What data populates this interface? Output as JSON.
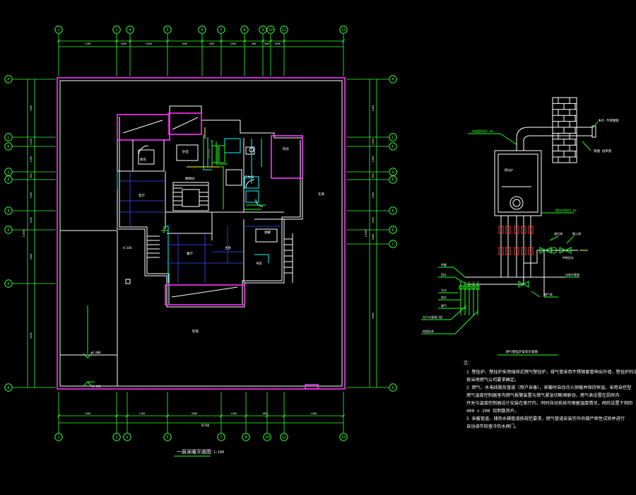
{
  "plan": {
    "title": "一层采暖平面图",
    "scale": "1:100",
    "axes_top": [
      "1",
      "2",
      "4",
      "5",
      "6",
      "7",
      "8",
      "9",
      "10",
      "12",
      "13"
    ],
    "axes_bottom": [
      "1",
      "2",
      "3",
      "5",
      "7",
      "8",
      "10",
      "12",
      "13"
    ],
    "axes_left": [
      "M",
      "L",
      "K",
      "G",
      "F",
      "E",
      "D",
      "H",
      "A"
    ],
    "axes_right": [
      "M",
      "L",
      "K",
      "G",
      "F",
      "E",
      "D",
      "C",
      "A"
    ],
    "dims_top": [
      "1200",
      "1480",
      "2400",
      "600",
      "900",
      "1200",
      "300",
      "600",
      "2400"
    ],
    "dims_bottom": [
      "2400",
      "1200",
      "3600",
      "1200",
      "600",
      "2400"
    ],
    "overall_dim": "16700",
    "side_dims": [
      "1500",
      "2100",
      "1200",
      "900",
      "1500",
      "1200",
      "2400",
      "3600"
    ],
    "overall_side_dim": "12300",
    "room_labels": [
      "厨房",
      "卧室",
      "客厅",
      "餐厅",
      "卫生间",
      "阳台",
      "书房",
      "储藏",
      "楼梯间",
      "主卧",
      "车库",
      "院落"
    ],
    "elev_labels": [
      "±0.000",
      "-0.450",
      "-0.020"
    ]
  },
  "detail": {
    "title": "燃气壁挂炉安装示意图",
    "left_labels": [
      "供暖",
      "回水",
      "冷水",
      "热水",
      "燃气",
      "分户计量阀门组",
      "地面标高"
    ],
    "right_labels": [
      "Φ45  不锈钢管",
      "排烟  进风管",
      "壁挂炉距地1.6m",
      "减压阀",
      "截止阀",
      "自来水管道",
      "燃气表",
      "供热回水"
    ],
    "top_labels": [
      "排烟管距地2.4m",
      "壁挂炉"
    ]
  },
  "notes": {
    "header": "注：",
    "lines": [
      "1  壁挂炉、壁挂炉采用强排式燃气壁挂炉，排气管采用不锈钢套管伸出外墙，壁挂炉的设置需",
      "按当地燃气公司要求确定。",
      "2  燃气、水电线路及管道（用户自备），采暖时自动点火供暖并保持恒温，采用自控型",
      "燃气温度控制器室内燃气报警装置与燃气紧急切断阀联动，燃气表设置在厨房内",
      "开关与温度控制器设计安装在客厅内，同时自动系统可根据温度情况，阀后设置下供回",
      "400  × 200   铝制散热片。",
      "5  采暖管道、储热水箱管道按规范要求，燃气管道安装完毕后做严密性试验并进行",
      "自动调节检查冷热水阀门。"
    ]
  }
}
